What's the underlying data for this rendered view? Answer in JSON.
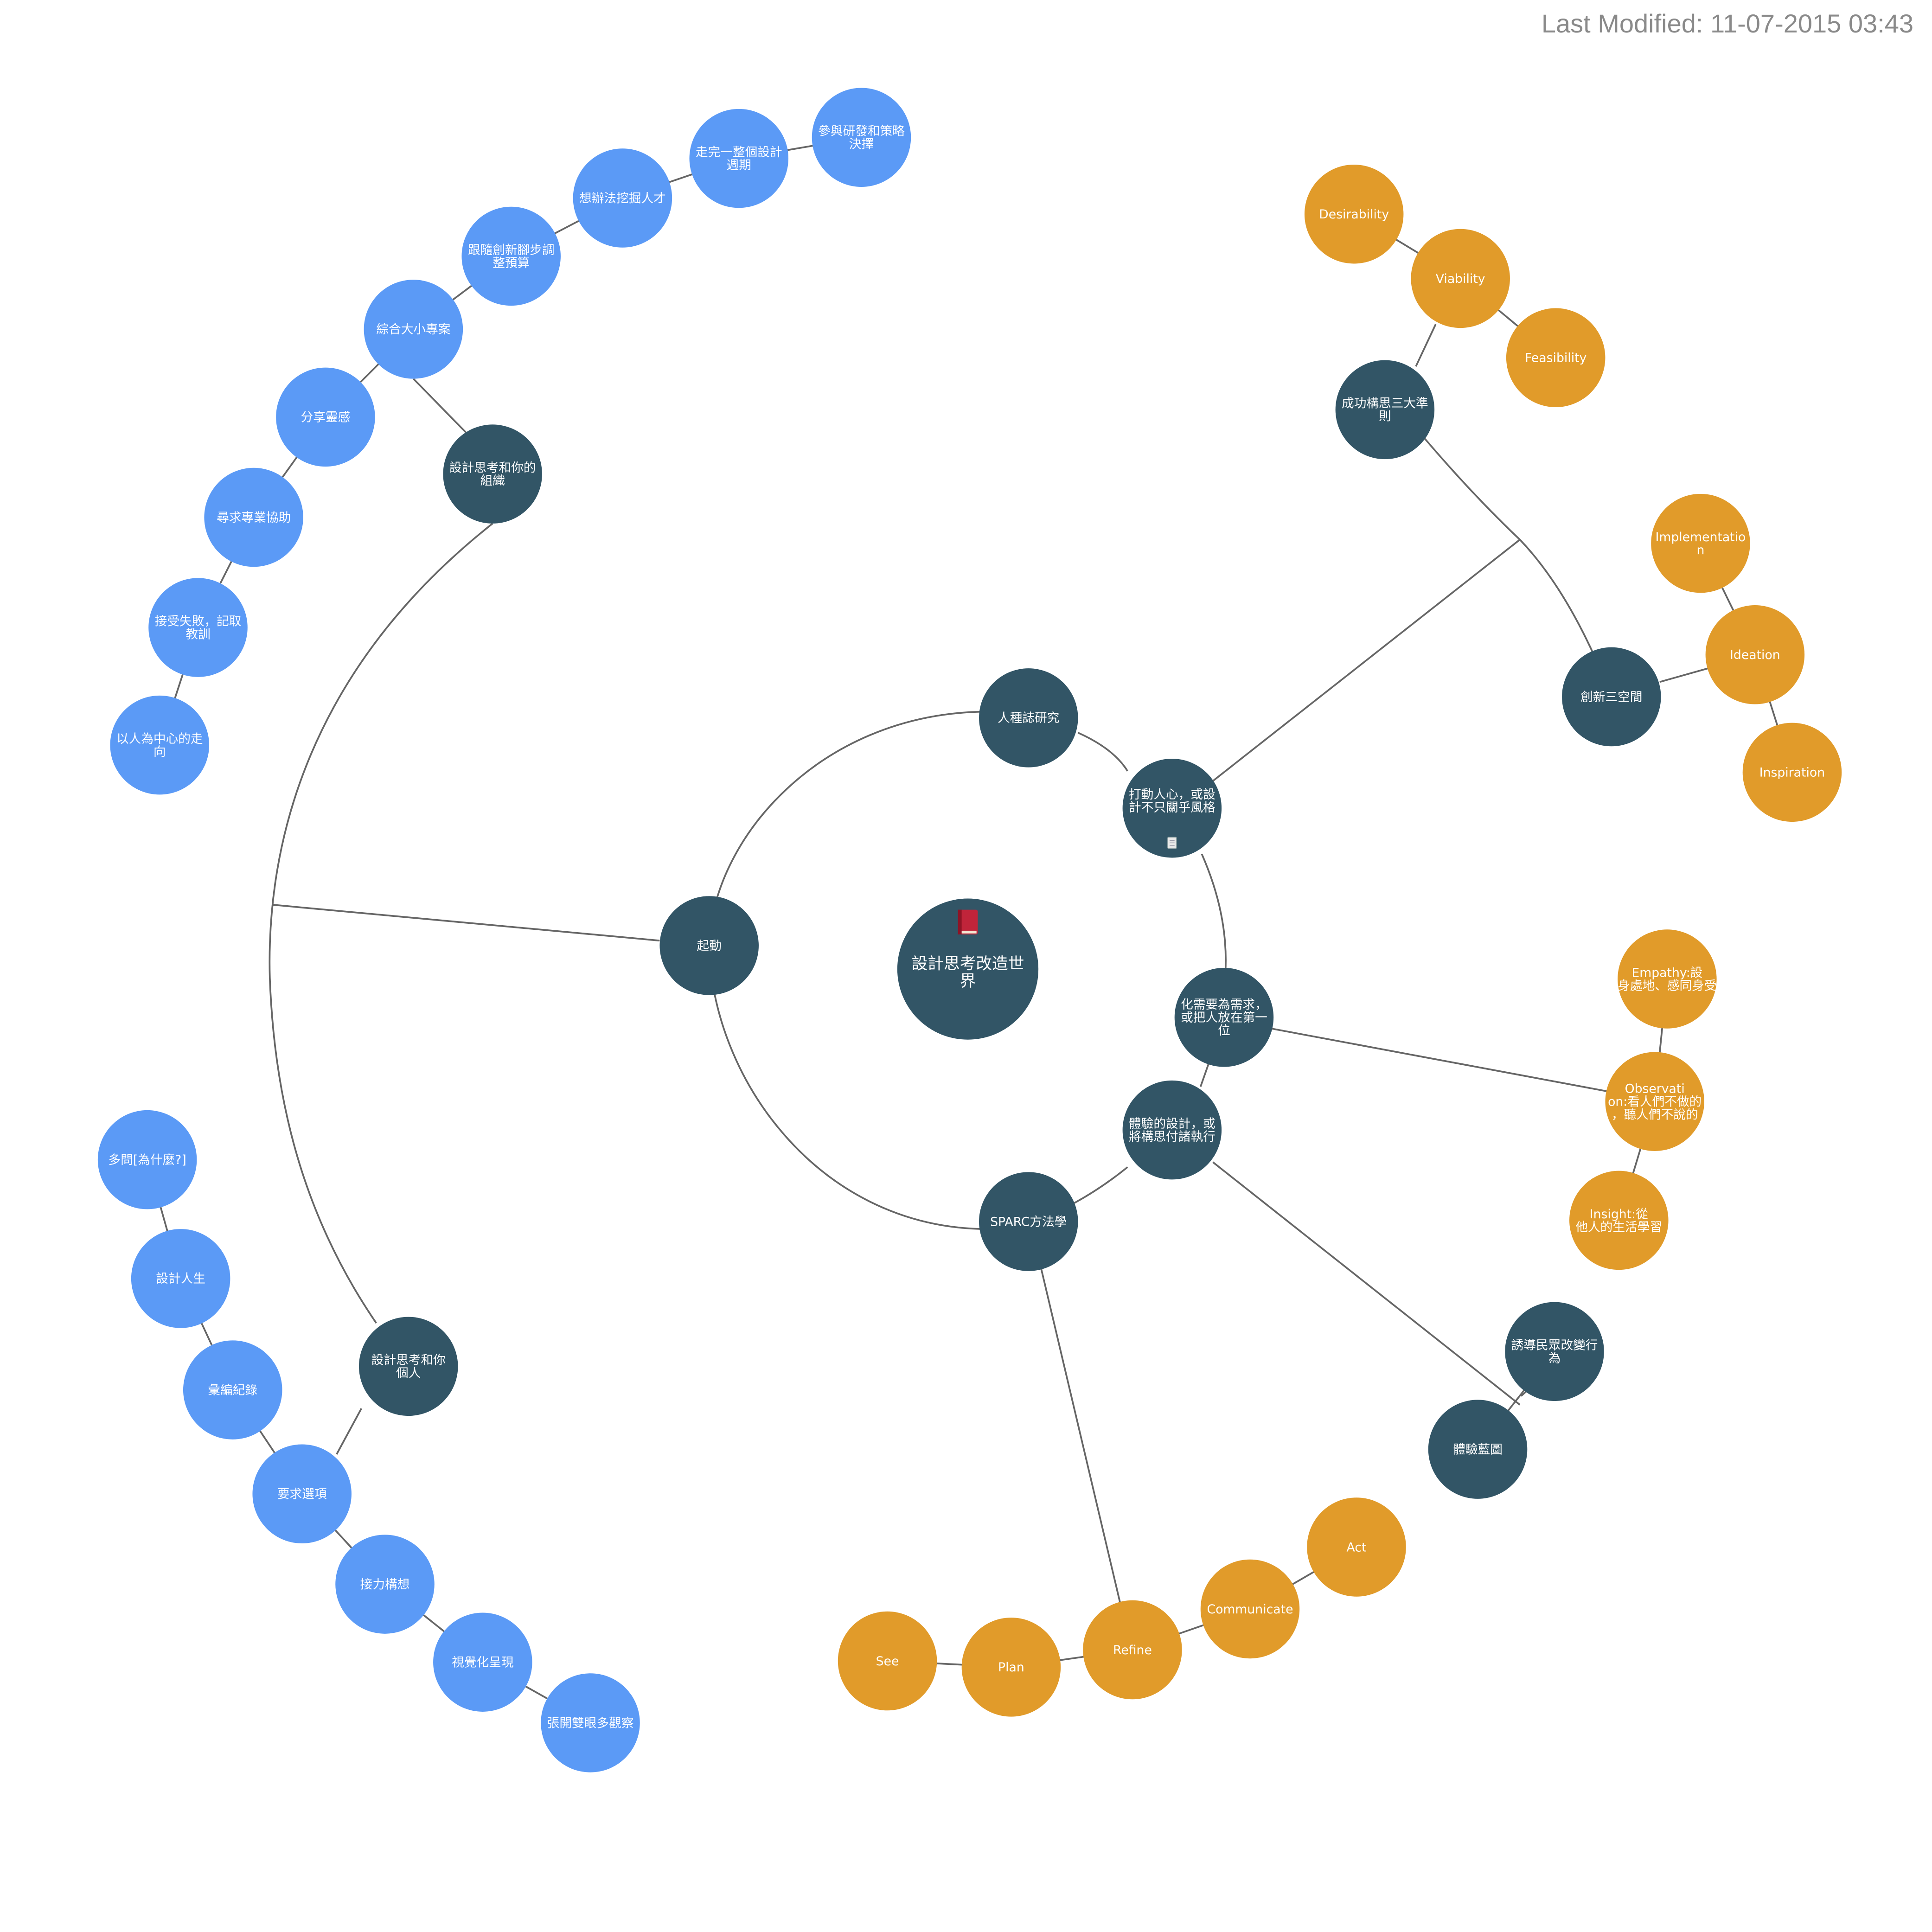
{
  "last_modified": "Last Modified: 11-07-2015 03:43",
  "colors": {
    "dark": "#325566",
    "blue": "#5b9af6",
    "orange": "#e19b2a",
    "line": "#666666",
    "book": "#c0243a"
  },
  "root": {
    "label": "設計思考改造世界",
    "icon": "book-icon"
  },
  "nodes": {
    "r1": {
      "label": "人種誌研究"
    },
    "r2": {
      "label": "打動人心，或設計不只關乎風格",
      "icon": "note-icon"
    },
    "r3": {
      "label": "化需要為需求，或把人放在第一位"
    },
    "r4": {
      "label": "體驗的設計，或將構思付諸執行"
    },
    "r5": {
      "label": "SPARC方法學"
    },
    "r6": {
      "label": "起動"
    },
    "d1": {
      "label": "成功構思三大準則"
    },
    "d2": {
      "label": "創新三空間"
    },
    "d3": {
      "label": "設計思考和你的組織"
    },
    "d4": {
      "label": "設計思考和你個人"
    },
    "d5": {
      "label": "誘導民眾改變行為"
    },
    "d6": {
      "label": "體驗藍圖"
    },
    "o1": {
      "label": "Desirability"
    },
    "o2": {
      "label": "Viability"
    },
    "o3": {
      "label": "Feasibility"
    },
    "o4": {
      "label": "Implementation"
    },
    "o5": {
      "label": "Ideation"
    },
    "o6": {
      "label": "Inspiration"
    },
    "o7": {
      "label": "Empathy:設身處地、感同身受"
    },
    "o8": {
      "label": "Observation:看人們不做的，聽人們不說的"
    },
    "o9": {
      "label": "Insight:從他人的生活學習"
    },
    "o10": {
      "label": "Act"
    },
    "o11": {
      "label": "Communicate"
    },
    "o12": {
      "label": "Refine"
    },
    "o13": {
      "label": "Plan"
    },
    "o14": {
      "label": "See"
    },
    "b1": {
      "label": "參與研發和策略決擇"
    },
    "b2": {
      "label": "走完一整個設計週期"
    },
    "b3": {
      "label": "想辦法挖掘人才"
    },
    "b4": {
      "label": "跟隨創新腳步調整預算"
    },
    "b5": {
      "label": "綜合大小專案"
    },
    "b6": {
      "label": "分享靈感"
    },
    "b7": {
      "label": "尋求專業協助"
    },
    "b8": {
      "label": "接受失敗，記取教訓"
    },
    "b9": {
      "label": "以人為中心的走向"
    },
    "b10": {
      "label": "多問[為什麼?]"
    },
    "b11": {
      "label": "設計人生"
    },
    "b12": {
      "label": "彙編紀錄"
    },
    "b13": {
      "label": "要求選項"
    },
    "b14": {
      "label": "接力構想"
    },
    "b15": {
      "label": "視覺化呈現"
    },
    "b16": {
      "label": "張開雙眼多觀察"
    }
  }
}
